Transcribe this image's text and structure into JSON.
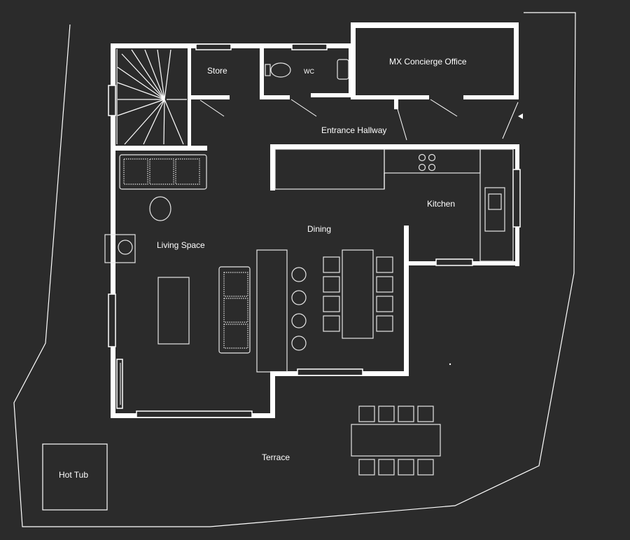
{
  "rooms": {
    "store": "Store",
    "wc": "WC",
    "office": "MX Concierge Office",
    "hallway": "Entrance Hallway",
    "kitchen": "Kitchen",
    "dining": "Dining",
    "living": "Living Space",
    "terrace": "Terrace",
    "hot_tub": "Hot Tub"
  },
  "colors": {
    "background": "#2b2b2b",
    "lines": "#ffffff"
  }
}
